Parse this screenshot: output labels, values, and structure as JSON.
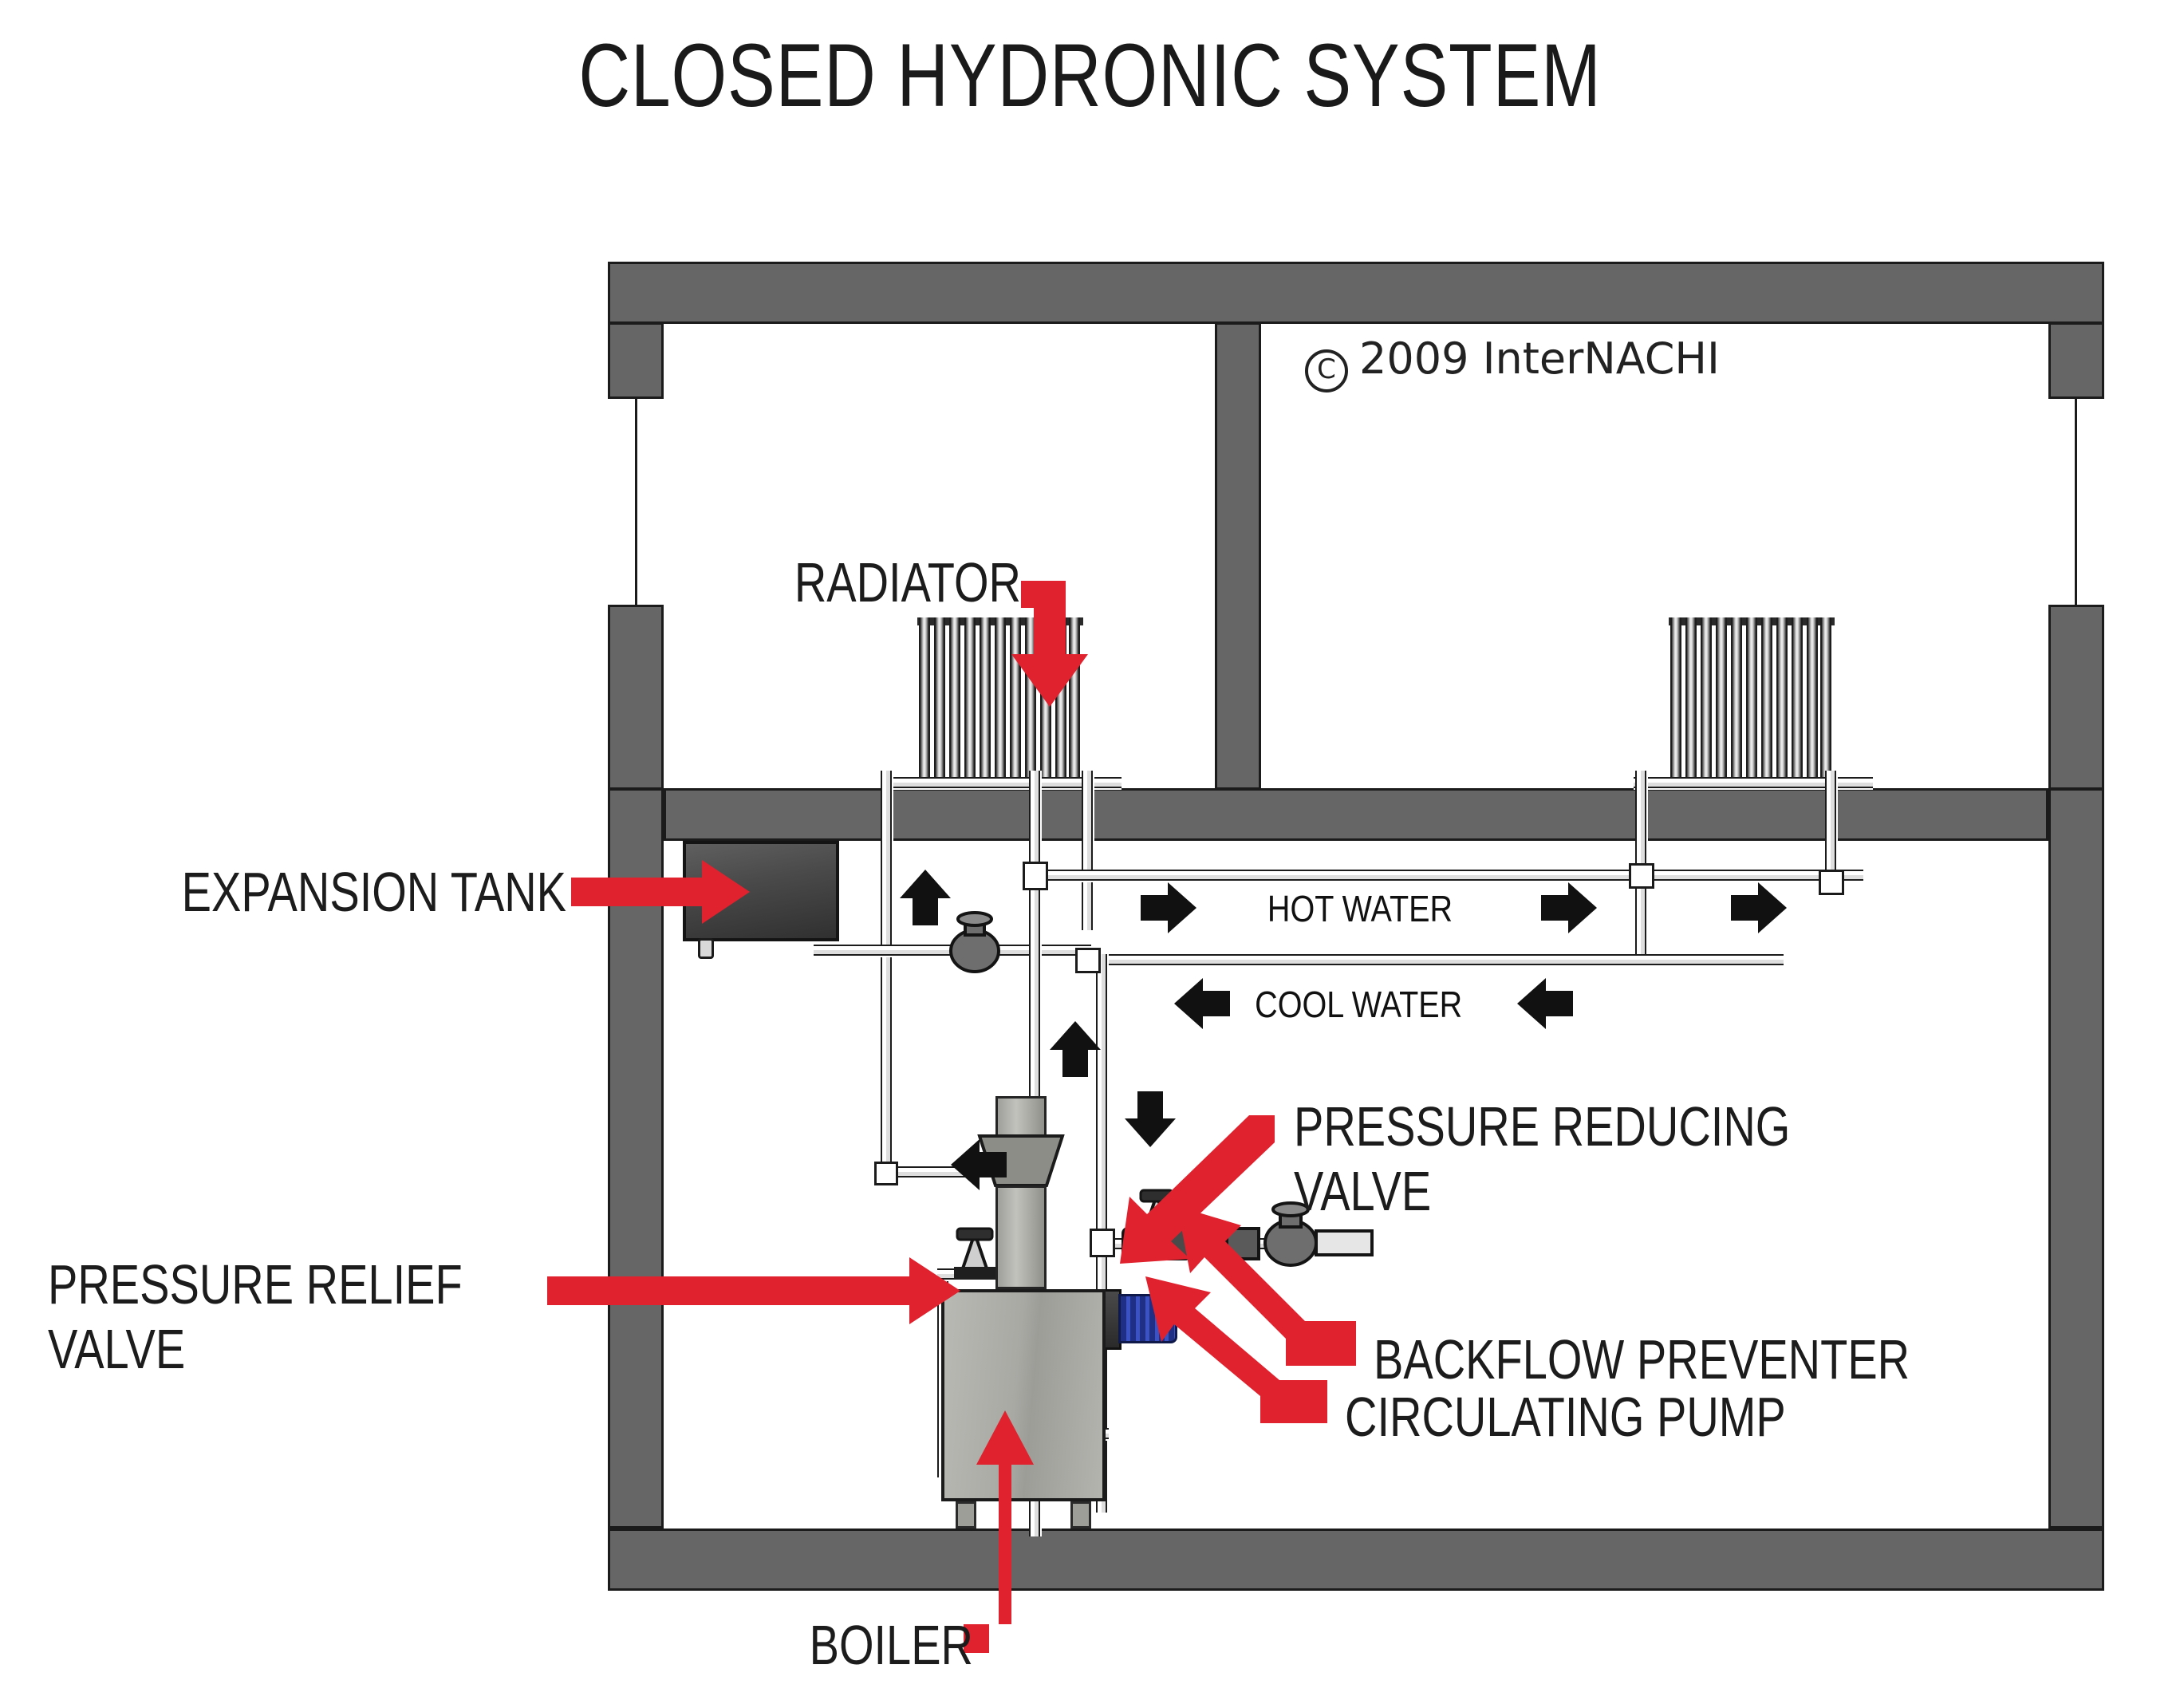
{
  "title": "CLOSED HYDRONIC SYSTEM",
  "copyright": {
    "mark": "C",
    "text": "2009  InterNACHI"
  },
  "colors": {
    "wall_gray": "#666666",
    "callout_red": "#E0222E",
    "text_black": "#1c1c1c",
    "tank_dark": "#3a3a3a",
    "pump_blue": "#1f2f86",
    "boiler_gray": "#aeaea9"
  },
  "labels": {
    "radiator": {
      "text": "RADIATOR",
      "callout": "red-elbow-down-arrow"
    },
    "expansion_tank": {
      "text": "EXPANSION TANK",
      "callout": "red-straight-right-arrow"
    },
    "pressure_relief": {
      "text": "PRESSURE RELIEF\nVALVE",
      "callout": "red-straight-right-arrow"
    },
    "pressure_reducing": {
      "text": "PRESSURE REDUCING\nVALVE",
      "callout": "red-diagonal-down-left-arrow"
    },
    "backflow": {
      "text": "BACKFLOW PREVENTER",
      "callout": "red-diagonal-up-left-arrow"
    },
    "circulating_pump": {
      "text": "CIRCULATING PUMP",
      "callout": "red-diagonal-up-left-arrow"
    },
    "boiler": {
      "text": "BOILER",
      "callout": "red-elbow-up-arrow"
    }
  },
  "flow_labels": [
    {
      "id": "hot-water",
      "text": "HOT WATER",
      "direction": "right",
      "arrow_glyph": "➤"
    },
    {
      "id": "cool-water",
      "text": "COOL WATER",
      "direction": "left",
      "arrow_glyph": "➤"
    }
  ],
  "flow_arrows": [
    {
      "id": "hot-left-1",
      "direction": "right"
    },
    {
      "id": "hot-mid-1",
      "direction": "right"
    },
    {
      "id": "hot-right-1",
      "direction": "right"
    },
    {
      "id": "cool-left-1",
      "direction": "left"
    },
    {
      "id": "cool-mid-1",
      "direction": "left"
    },
    {
      "id": "riser-up-1",
      "direction": "up"
    },
    {
      "id": "riser-up-2",
      "direction": "up"
    },
    {
      "id": "down-1",
      "direction": "down"
    },
    {
      "id": "return-left-1",
      "direction": "left"
    }
  ],
  "equipment": [
    {
      "id": "radiator-left",
      "name": "Radiator",
      "fins": 11
    },
    {
      "id": "radiator-right",
      "name": "Radiator",
      "fins": 11
    },
    {
      "id": "expansion-tank",
      "name": "Expansion tank"
    },
    {
      "id": "boiler",
      "name": "Boiler"
    },
    {
      "id": "flue",
      "name": "Flue / draft hood"
    },
    {
      "id": "pressure-relief-valve",
      "name": "Pressure relief valve"
    },
    {
      "id": "pressure-reducing-valve",
      "name": "Pressure reducing valve"
    },
    {
      "id": "backflow-preventer",
      "name": "Backflow preventer"
    },
    {
      "id": "circulating-pump",
      "name": "Circulating pump"
    }
  ]
}
